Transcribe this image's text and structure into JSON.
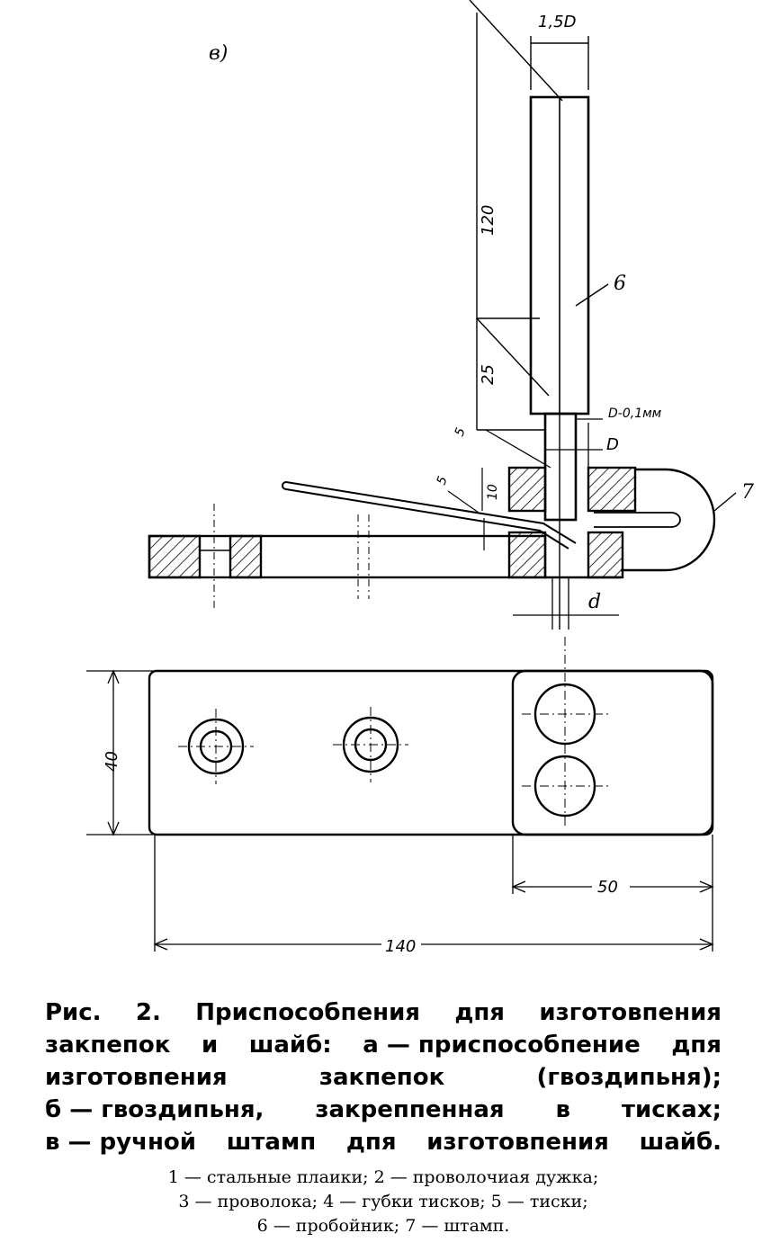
{
  "drawing": {
    "variant_label": "в)",
    "dims": {
      "top": "1,5D",
      "height_punch": "120",
      "height_shank": "25",
      "tip_dia": "D-0,1мм",
      "hole_dia": "D",
      "gap_upper": "5",
      "plate_thick": "10",
      "gap_lower": "5",
      "wire_dia": "d",
      "width": "40",
      "die_len": "50",
      "total_len": "140"
    },
    "part_labels": {
      "punch": "6",
      "die": "7"
    }
  },
  "caption": {
    "lines": [
      [
        "Рис.",
        "2.",
        "Приспособпения",
        "дпя",
        "изготовпения"
      ],
      [
        "закпепок",
        "и",
        "шайб:",
        "а — приспособпение",
        "дпя"
      ],
      [
        "изготовпения",
        "закпепок",
        "(гвоздипьня);"
      ],
      [
        "б — гвоздипьня,",
        "закрeппенная",
        "в",
        "тисках;"
      ],
      [
        "в — ручной",
        "штамп",
        "дпя",
        "изготовпения",
        "шайб."
      ]
    ]
  },
  "legend": {
    "lines": [
      "1 — стальные плаики; 2 — проволочиая дужка;",
      "3 — проволока; 4 — губки тисков; 5 — тиски;",
      "6 — пробойник; 7 — штамп."
    ]
  }
}
